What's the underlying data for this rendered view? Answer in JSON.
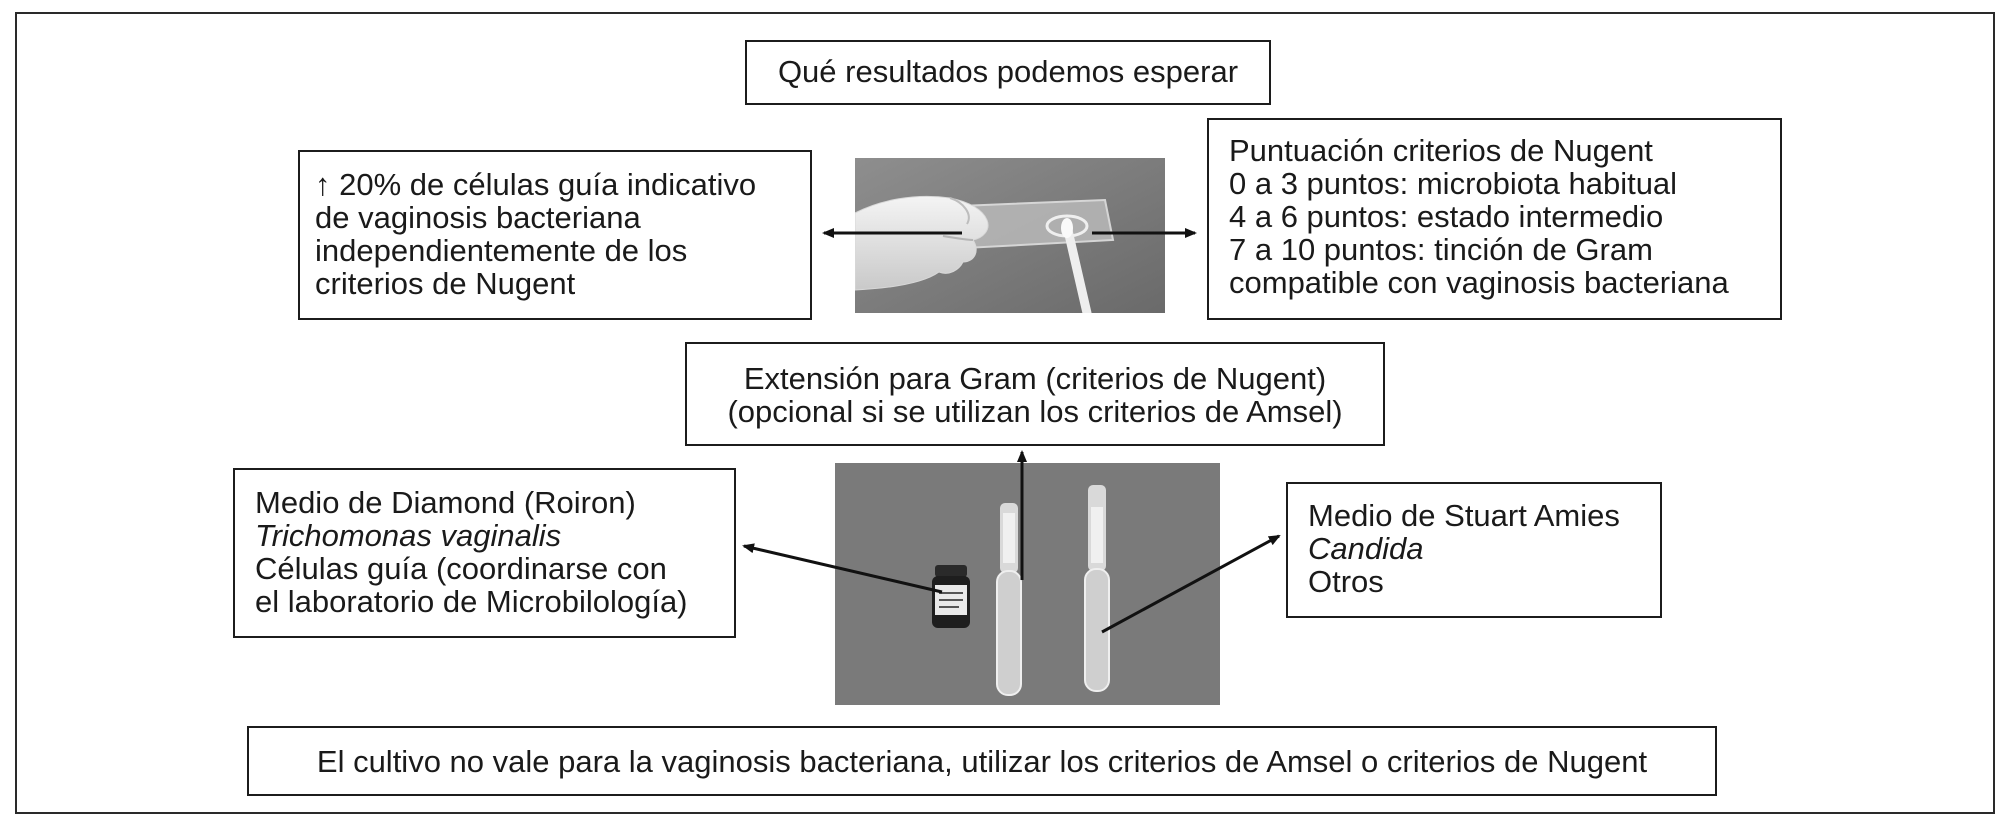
{
  "title": "Qué resultados podemos esperar",
  "left_note": [
    "↑ 20% de células guía indicativo",
    "de vaginosis bacteriana",
    "independientemente de los",
    "criterios de Nugent"
  ],
  "nugent_scores": [
    "Puntuación criterios de Nugent",
    "0 a 3 puntos: microbiota habitual",
    "4 a 6 puntos: estado intermedio",
    "7 a 10 puntos: tinción de Gram",
    "compatible con vaginosis bacteriana"
  ],
  "gram_smear": [
    "Extensión para Gram (criterios de Nugent)",
    "(opcional si se utilizan los criterios de Amsel)"
  ],
  "diamond_medium": {
    "line1": "Medio de Diamond (Roiron)",
    "line2": "Trichomonas vaginalis",
    "line3": "Células guía (coordinarse con",
    "line4": "el laboratorio de Microbilología)"
  },
  "stuart_medium": {
    "line1": "Medio de Stuart Amies",
    "line2": "Candida",
    "line3": "Otros"
  },
  "footer_note": "El cultivo no vale para la vaginosis bacteriana, utilizar los criterios de Amsel o criterios de Nugent",
  "colors": {
    "border": "#1c1c1c",
    "photo_bg": "#7a7a7a"
  },
  "photos": [
    "slide-swab-photo",
    "culture-tubes-photo"
  ]
}
